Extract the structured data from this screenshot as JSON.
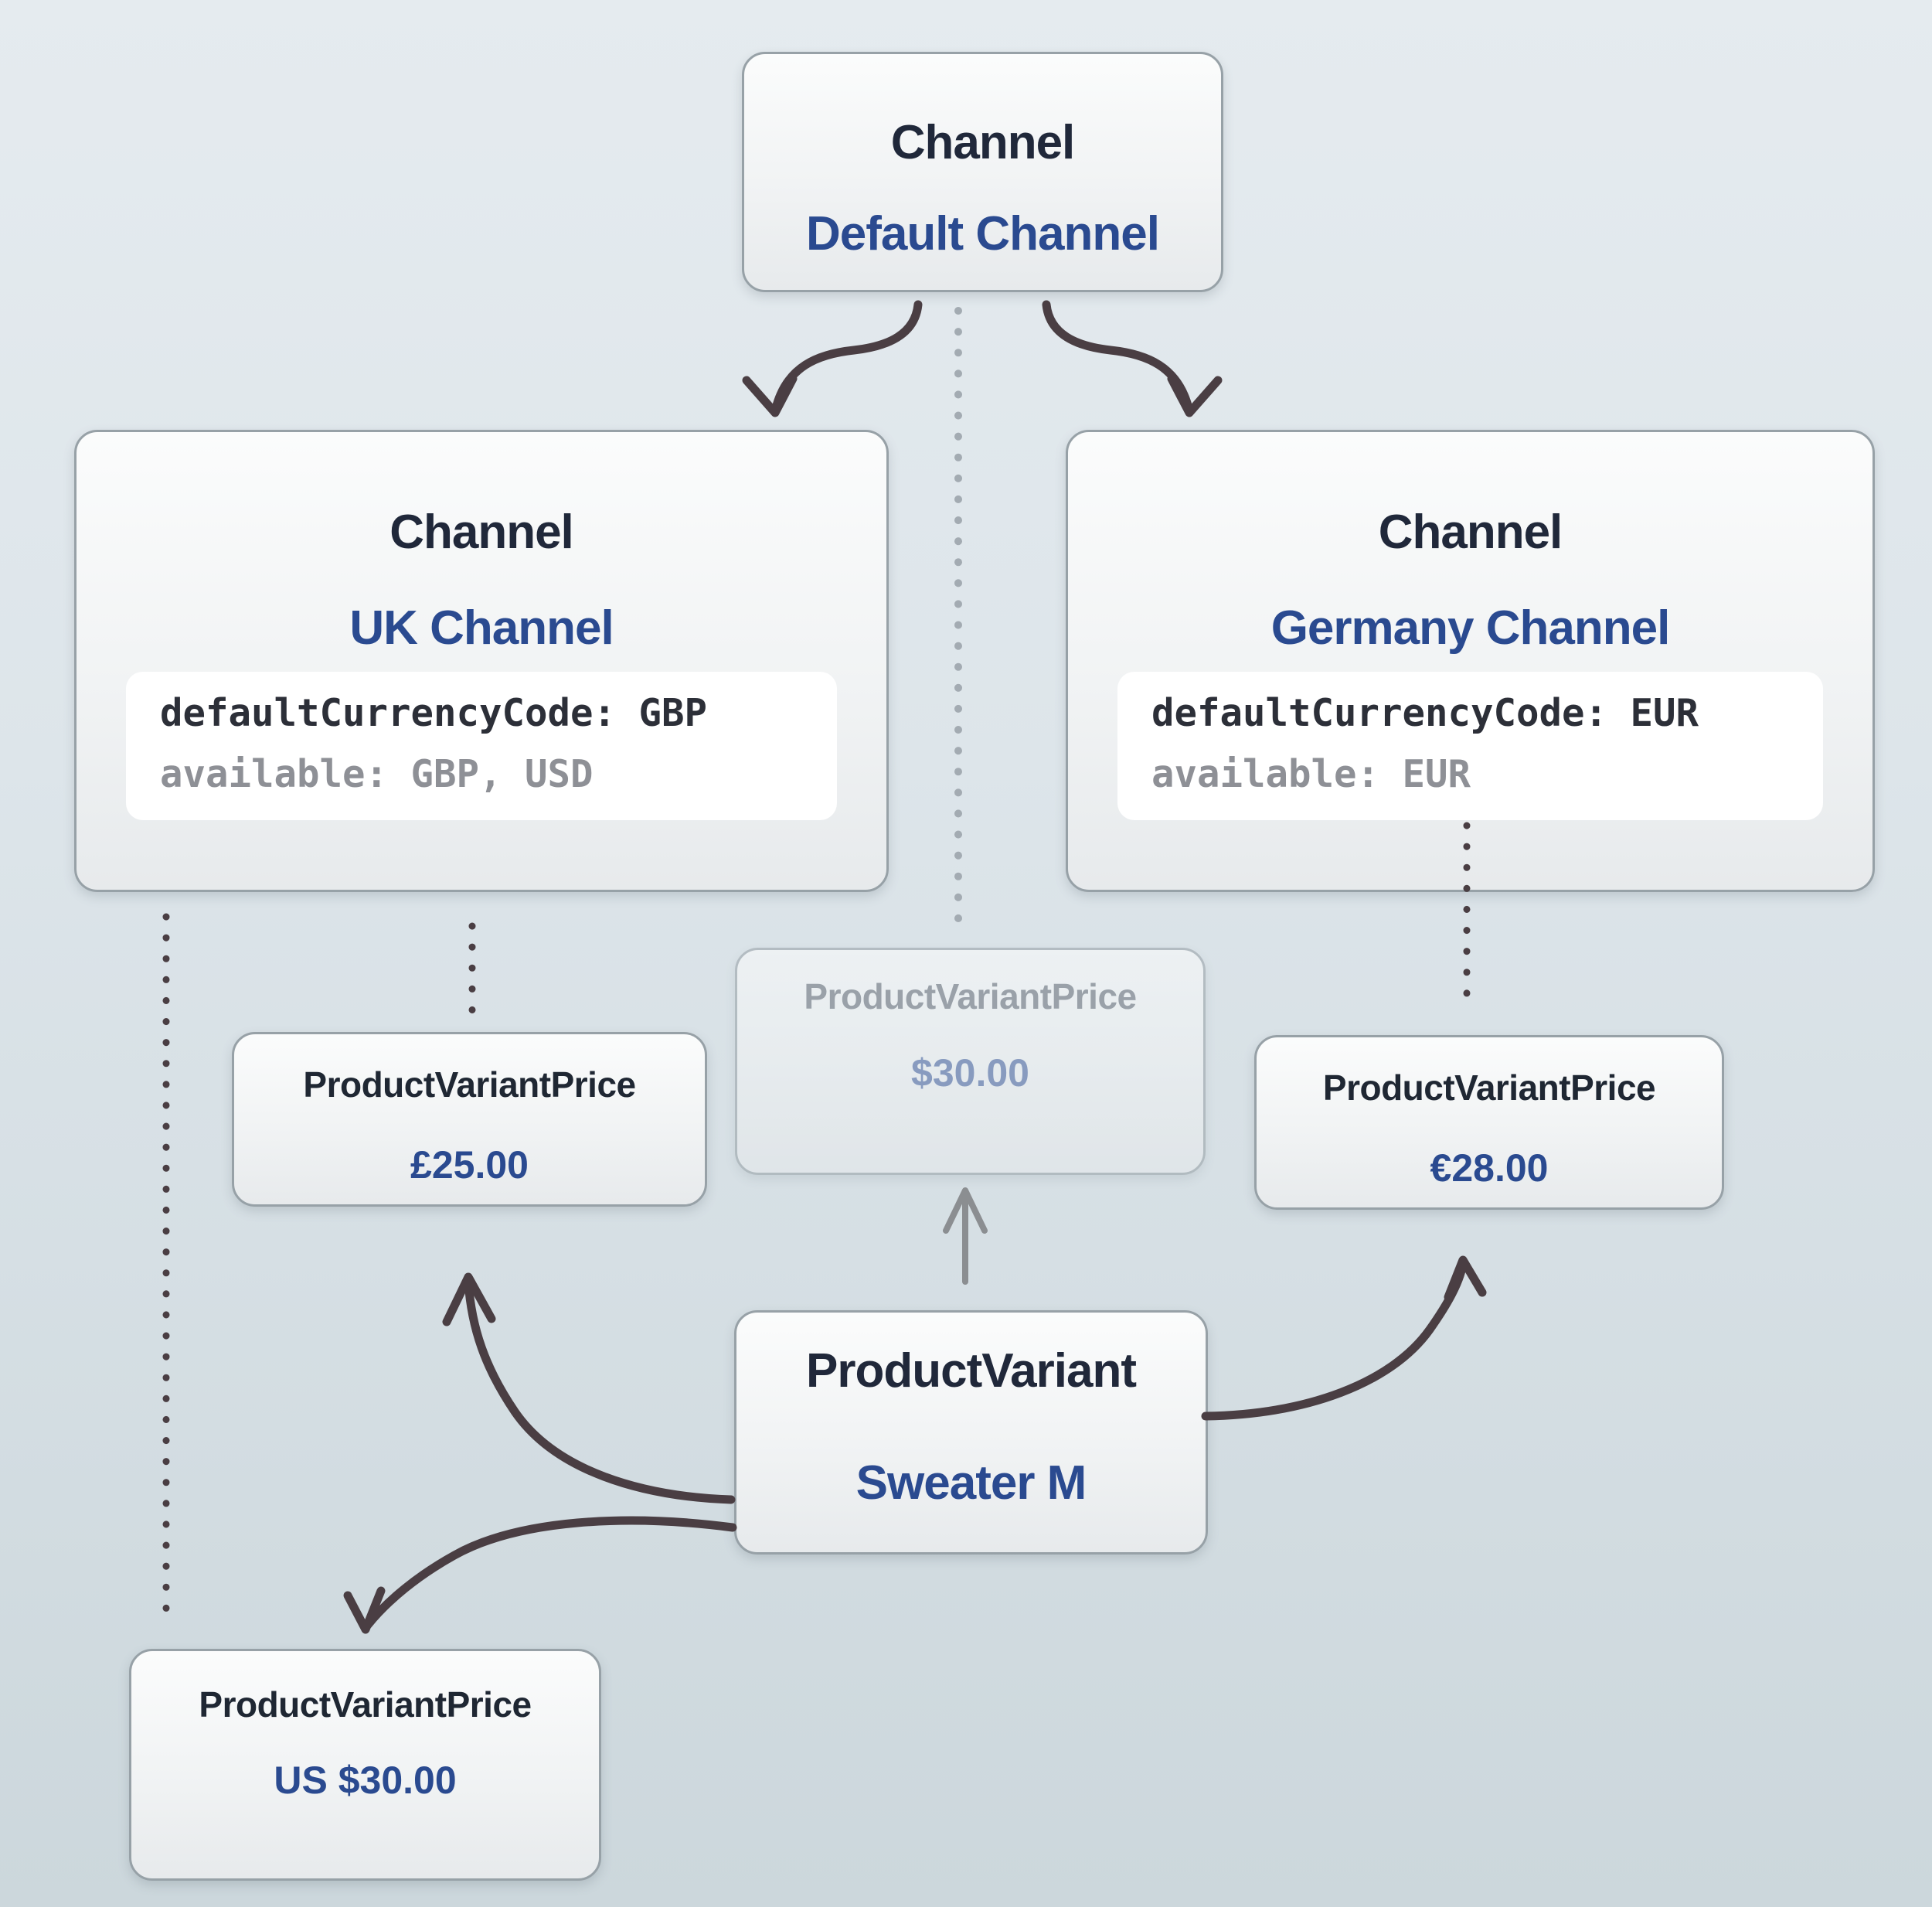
{
  "colors": {
    "accent_blue": "#2a4a90",
    "title_dark": "#20283a",
    "arrow_dark": "#4a3e43",
    "arrow_gray": "#8b8e91",
    "dot_light": "#a3abb2",
    "code_dark": "#2c2f38",
    "code_gray": "#8e9096",
    "background_top": "#e5ebef",
    "background_bottom": "#ccd7dc"
  },
  "nodes": {
    "default_channel": {
      "type": "Channel",
      "name": "Default Channel"
    },
    "uk_channel": {
      "type": "Channel",
      "name": "UK Channel",
      "code_line1": "defaultCurrencyCode: GBP",
      "code_line2": "available: GBP, USD"
    },
    "germany_channel": {
      "type": "Channel",
      "name": "Germany Channel",
      "code_line1": "defaultCurrencyCode: EUR",
      "code_line2": "available: EUR"
    },
    "default_price": {
      "type": "ProductVariantPrice",
      "value": "$30.00"
    },
    "uk_price": {
      "type": "ProductVariantPrice",
      "value": "£25.00"
    },
    "germany_price": {
      "type": "ProductVariantPrice",
      "value": "€28.00"
    },
    "us_price": {
      "type": "ProductVariantPrice",
      "value": "US $30.00"
    },
    "product_variant": {
      "type": "ProductVariant",
      "name": "Sweater M"
    }
  }
}
